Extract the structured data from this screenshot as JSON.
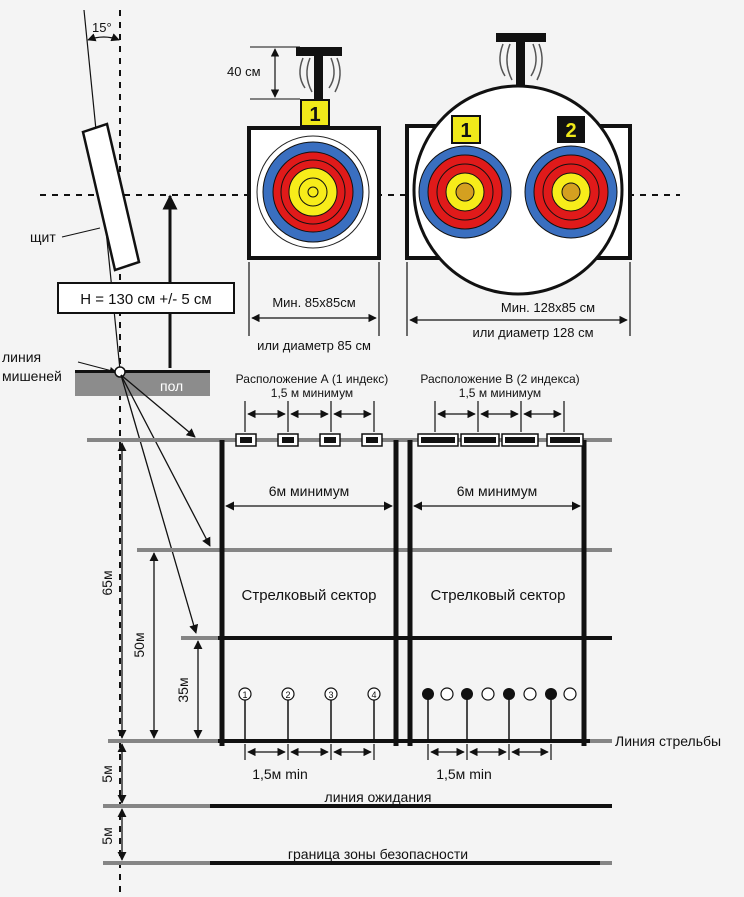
{
  "angle_label": "15°",
  "shield_label": "щит",
  "height_label": "H = 130 см +/- 5 см",
  "target_line_label_1": "линия",
  "target_line_label_2": "мишеней",
  "floor_label": "пол",
  "stand_height_label": "40 см",
  "single_target": {
    "index": "1",
    "size_label": "Мин. 85x85см",
    "diameter_label": "или диаметр 85 см"
  },
  "double_target": {
    "indexes": [
      "1",
      "2"
    ],
    "size_label": "Мин. 128x85 см",
    "diameter_label": "или диаметр 128 см"
  },
  "layout_a": {
    "title": "Расположение А (1 индекс)",
    "spacing": "1,5 м минимум"
  },
  "layout_b": {
    "title": "Расположение В (2 индекса)",
    "spacing": "1,5 м минимум"
  },
  "lane_width_label": "6м минимум",
  "sector_label": "Стрелковый сектор",
  "distances": [
    "65м",
    "50м",
    "35м",
    "5м",
    "5м"
  ],
  "archer_numbers": [
    "1",
    "2",
    "3",
    "4"
  ],
  "archer_spacing_label": "1,5м min",
  "shooting_line_label": "Линия стрельбы",
  "waiting_line_label": "линия ожидания",
  "safety_line_label": "граница зоны безопасности",
  "colors": {
    "white": "#ffffff",
    "black": "#111111",
    "blue": "#3a6fc0",
    "red": "#e01a1a",
    "yellow": "#f7ec1a",
    "gold": "#d4a020",
    "index_bg": "#f0e91a",
    "grey_line": "#858585",
    "floor": "#8c8c8c"
  }
}
